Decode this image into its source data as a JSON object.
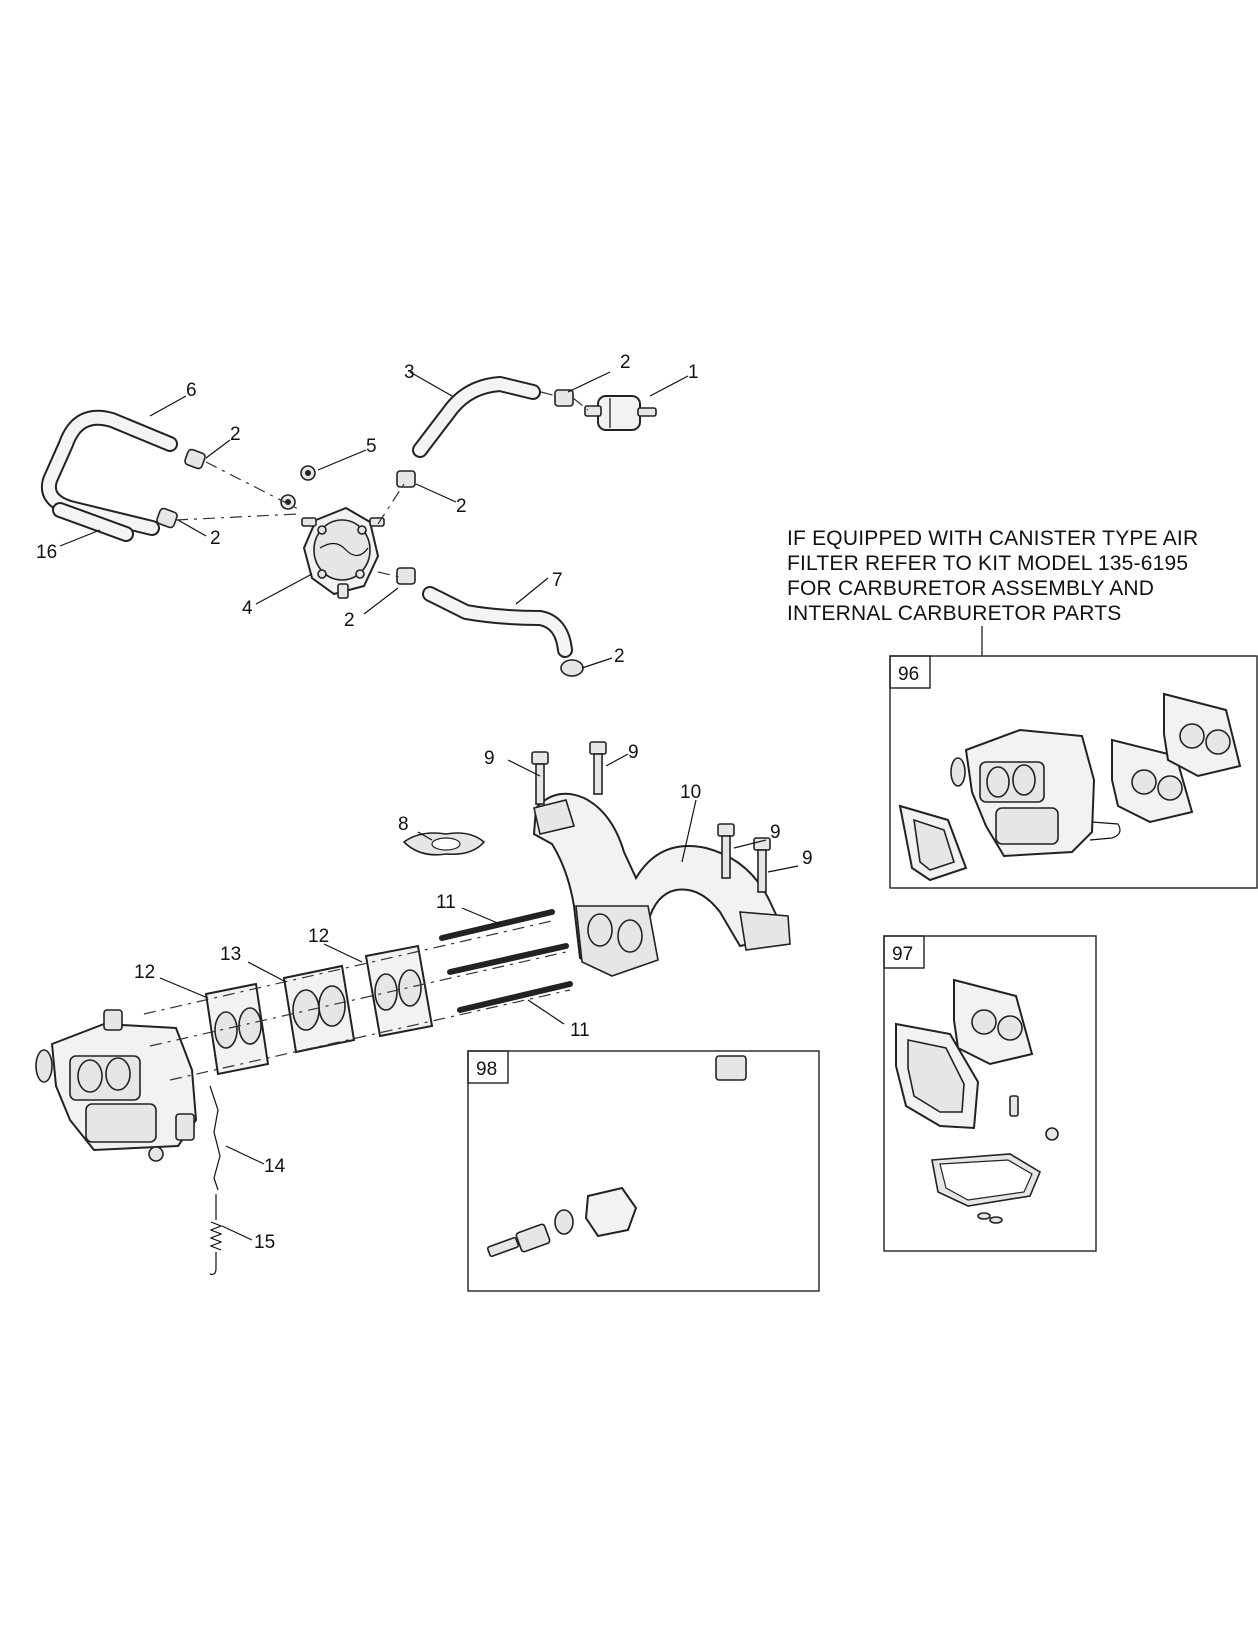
{
  "note": {
    "lines": [
      "IF EQUIPPED WITH CANISTER TYPE AIR",
      "FILTER REFER TO KIT MODEL 135-6195",
      "FOR CARBURETOR ASSEMBLY AND",
      "INTERNAL CARBURETOR PARTS"
    ]
  },
  "kits": {
    "k96": "96",
    "k97": "97",
    "k98": "98"
  },
  "callouts": {
    "c1": "1",
    "c2a": "2",
    "c2b": "2",
    "c2c": "2",
    "c2d": "2",
    "c2e": "2",
    "c2f": "2",
    "c3": "3",
    "c4": "4",
    "c5": "5",
    "c6": "6",
    "c7": "7",
    "c8": "8",
    "c9a": "9",
    "c9b": "9",
    "c9c": "9",
    "c9d": "9",
    "c10": "10",
    "c11a": "11",
    "c11b": "11",
    "c12a": "12",
    "c12b": "12",
    "c13": "13",
    "c14": "14",
    "c15": "15",
    "c16": "16"
  }
}
